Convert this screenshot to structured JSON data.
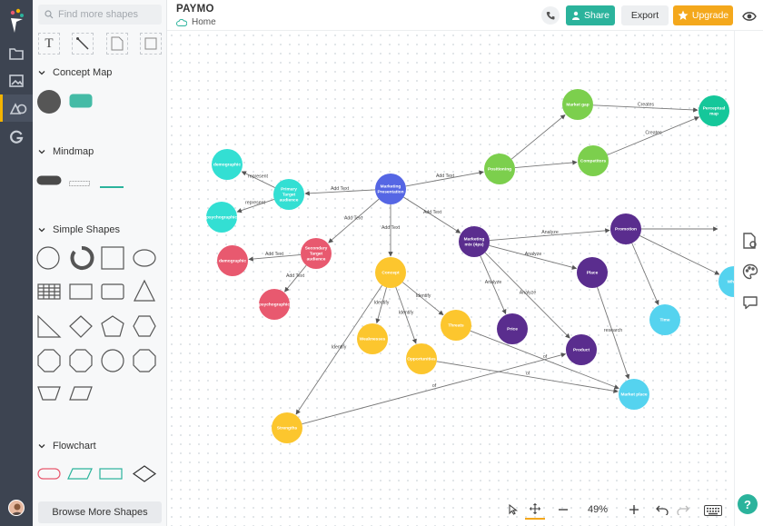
{
  "app": {
    "title": "PAYMO",
    "breadcrumb": "Home"
  },
  "toolbar": {
    "share_label": "Share",
    "export_label": "Export",
    "upgrade_label": "Upgrade"
  },
  "panel": {
    "search_placeholder": "Find more shapes",
    "text_tool": "T",
    "sections": [
      {
        "label": "Concept Map"
      },
      {
        "label": "Mindmap"
      },
      {
        "label": "Simple Shapes"
      },
      {
        "label": "Flowchart"
      }
    ],
    "browse_label": "Browse More Shapes"
  },
  "zoom": {
    "level": "49%"
  },
  "colors": {
    "accent": "#2bb39c",
    "upgrade": "#f4a81c",
    "rail": "#3d4451",
    "cyan": "#33dfd3",
    "pink": "#e8596f",
    "blue": "#5566e4",
    "purple": "#5a2d8e",
    "yellow": "#fcc62e",
    "green": "#7ccf4d",
    "teal": "#15c79a",
    "sky": "#55d3ef"
  },
  "diagram": {
    "nodes": [
      {
        "id": "mp",
        "label": "Marketing Presentation",
        "color": "blue"
      },
      {
        "id": "pta",
        "label": "Primary Target audience",
        "color": "cyan"
      },
      {
        "id": "demo1",
        "label": "demographic",
        "color": "cyan"
      },
      {
        "id": "psy1",
        "label": "psychographic",
        "color": "cyan"
      },
      {
        "id": "sta",
        "label": "Secondary Target audience",
        "color": "pink"
      },
      {
        "id": "demo2",
        "label": "demographic",
        "color": "pink"
      },
      {
        "id": "psy2",
        "label": "psychographic",
        "color": "pink"
      },
      {
        "id": "concept",
        "label": "Concept",
        "color": "yellow"
      },
      {
        "id": "weak",
        "label": "Weaknesses",
        "color": "yellow"
      },
      {
        "id": "opp",
        "label": "Opportunities",
        "color": "yellow"
      },
      {
        "id": "threats",
        "label": "Threats",
        "color": "yellow"
      },
      {
        "id": "strength",
        "label": "Strengths",
        "color": "yellow"
      },
      {
        "id": "pos",
        "label": "Positioning",
        "color": "green"
      },
      {
        "id": "gap",
        "label": "Market gap",
        "color": "green"
      },
      {
        "id": "comp",
        "label": "Competitors",
        "color": "green"
      },
      {
        "id": "percep",
        "label": "Perceptual map",
        "color": "teal"
      },
      {
        "id": "mix",
        "label": "Marketing mix (4ps)",
        "color": "purple"
      },
      {
        "id": "promo",
        "label": "Promotion",
        "color": "purple"
      },
      {
        "id": "place",
        "label": "Place",
        "color": "purple"
      },
      {
        "id": "price",
        "label": "Price",
        "color": "purple"
      },
      {
        "id": "product",
        "label": "Product",
        "color": "purple"
      },
      {
        "id": "time",
        "label": "Time",
        "color": "sky"
      },
      {
        "id": "where",
        "label": "Where",
        "color": "sky"
      },
      {
        "id": "mplace",
        "label": "Market place",
        "color": "sky"
      }
    ],
    "edges": [
      {
        "from": "mp",
        "to": "pta",
        "label": "Add Text"
      },
      {
        "from": "mp",
        "to": "sta",
        "label": "Add Text"
      },
      {
        "from": "mp",
        "to": "concept",
        "label": "Add Text"
      },
      {
        "from": "mp",
        "to": "mix",
        "label": "Add Text"
      },
      {
        "from": "mp",
        "to": "pos",
        "label": "Add Text"
      },
      {
        "from": "pta",
        "to": "demo1",
        "label": "represent"
      },
      {
        "from": "pta",
        "to": "psy1",
        "label": "represent"
      },
      {
        "from": "sta",
        "to": "demo2",
        "label": "Add Text"
      },
      {
        "from": "sta",
        "to": "psy2",
        "label": "Add Text"
      },
      {
        "from": "concept",
        "to": "weak",
        "label": "Identify"
      },
      {
        "from": "concept",
        "to": "opp",
        "label": "Identify"
      },
      {
        "from": "concept",
        "to": "threats",
        "label": "Identify"
      },
      {
        "from": "concept",
        "to": "strength",
        "label": "Identify"
      },
      {
        "from": "pos",
        "to": "gap",
        "label": ""
      },
      {
        "from": "pos",
        "to": "comp",
        "label": ""
      },
      {
        "from": "gap",
        "to": "percep",
        "label": "Creates"
      },
      {
        "from": "comp",
        "to": "percep",
        "label": "Creates"
      },
      {
        "from": "mix",
        "to": "promo",
        "label": "Analyze"
      },
      {
        "from": "mix",
        "to": "place",
        "label": "Analyze"
      },
      {
        "from": "mix",
        "to": "price",
        "label": "Analyze"
      },
      {
        "from": "mix",
        "to": "product",
        "label": "Analyze"
      },
      {
        "from": "promo",
        "to": "time",
        "label": ""
      },
      {
        "from": "promo",
        "to": "where",
        "label": ""
      },
      {
        "from": "promo",
        "to": "offright",
        "label": ""
      },
      {
        "from": "place",
        "to": "mplace",
        "label": "research"
      },
      {
        "from": "threats",
        "to": "mplace",
        "label": "of"
      },
      {
        "from": "opp",
        "to": "mplace",
        "label": "of"
      },
      {
        "from": "strength",
        "to": "product",
        "label": "of"
      }
    ]
  }
}
